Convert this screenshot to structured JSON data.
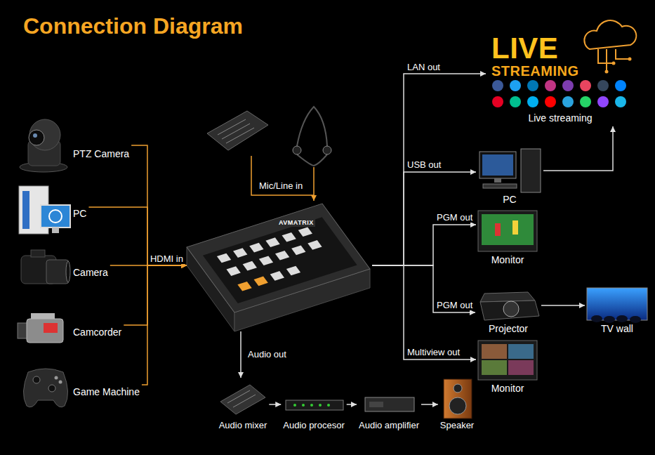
{
  "diagram": {
    "title": "Connection Diagram",
    "nodes": [
      {
        "text": [
          "PTZ Camera"
        ]
      },
      {
        "text": [
          "PC"
        ]
      },
      {
        "text": [
          "Camera"
        ]
      },
      {
        "text": [
          "Camcorder"
        ]
      },
      {
        "text": [
          "Game Machine"
        ]
      },
      {
        "text": [
          "AVMATRIX"
        ]
      },
      {
        "text": [
          "LIVE STREAMING",
          "Live streaming"
        ]
      },
      {
        "text": [
          "PC"
        ]
      },
      {
        "text": [
          "Monitor"
        ]
      },
      {
        "text": [
          "Projector"
        ]
      },
      {
        "text": [
          "TV wall"
        ]
      },
      {
        "text": [
          "Monitor"
        ]
      },
      {
        "text": [
          "Audio mixer"
        ]
      },
      {
        "text": [
          "Audio procesor"
        ]
      },
      {
        "text": [
          "Audio amplifier"
        ]
      },
      {
        "text": [
          "Speaker"
        ]
      }
    ],
    "edges": [
      {
        "from": 0,
        "to": 5,
        "arrow": "to"
      },
      {
        "from": 1,
        "to": 5,
        "arrow": "to"
      },
      {
        "from": 2,
        "to": 5,
        "label": "HDMI in",
        "arrow": "to"
      },
      {
        "from": 3,
        "to": 5,
        "arrow": "to"
      },
      {
        "from": 4,
        "to": 5,
        "arrow": "to"
      },
      {
        "from": 5,
        "to": 6,
        "label": "LAN out",
        "arrow": "to"
      },
      {
        "from": 5,
        "to": 7,
        "label": "USB out",
        "arrow": "to"
      },
      {
        "from": 7,
        "to": 6,
        "arrow": "to"
      },
      {
        "from": 5,
        "to": 8,
        "label": "PGM out",
        "arrow": "to"
      },
      {
        "from": 5,
        "to": 9,
        "label": "PGM out",
        "arrow": "to"
      },
      {
        "from": 9,
        "to": 10,
        "arrow": "to"
      },
      {
        "from": 5,
        "to": 11,
        "label": "Multiview out",
        "arrow": "to"
      },
      {
        "from": 5,
        "to": 12,
        "label": "Audio out",
        "arrow": "to"
      },
      {
        "from": 12,
        "to": 13,
        "arrow": "to"
      },
      {
        "from": 13,
        "to": 14,
        "arrow": "to"
      },
      {
        "from": 14,
        "to": 15,
        "arrow": "to"
      }
    ],
    "labels": [
      "Mic/Line in"
    ]
  }
}
